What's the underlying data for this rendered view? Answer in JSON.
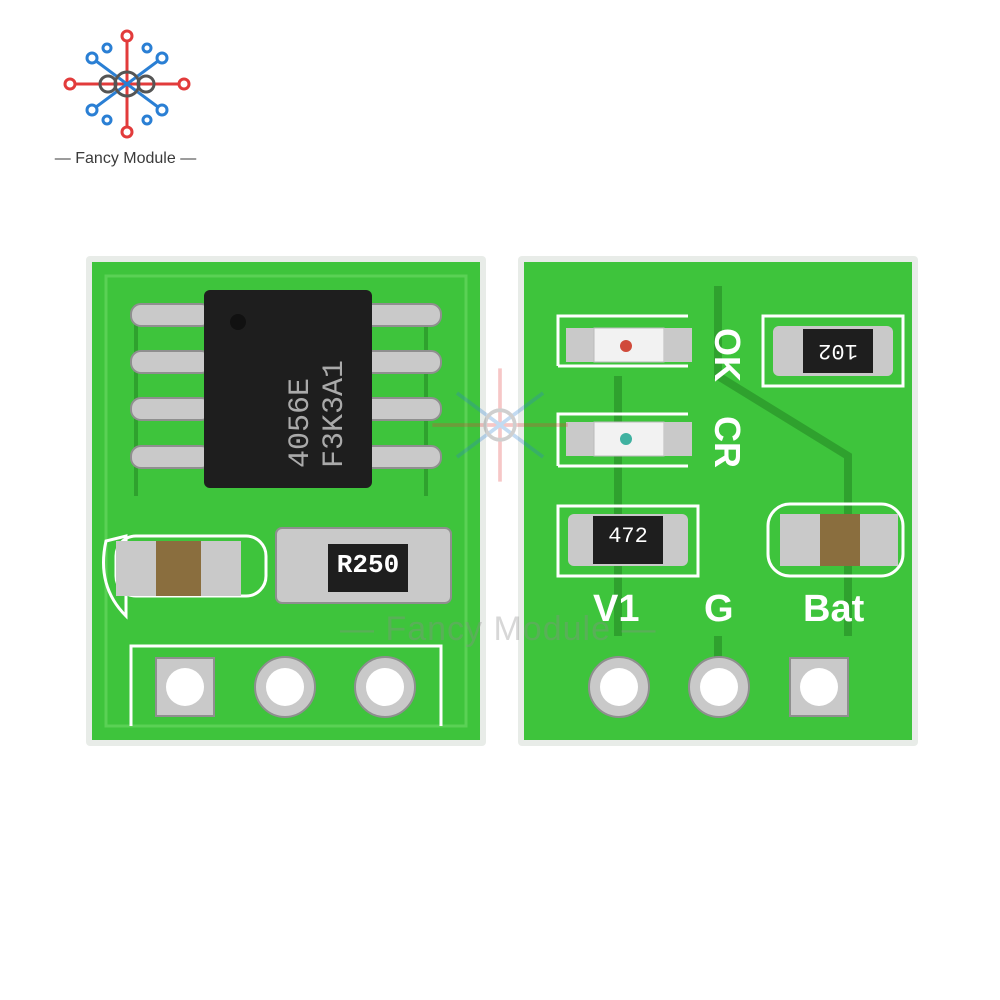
{
  "brand": {
    "name": "Fancy Module"
  },
  "front_board": {
    "ic_marking_line1": "4056E",
    "ic_marking_line2": "F3K3A1",
    "resistor_code": "R250"
  },
  "back_board": {
    "label_ok": "OK",
    "label_cr": "CR",
    "resistor_top_code": "102",
    "resistor_bottom_code": "472",
    "pin_labels": [
      "V1",
      "G",
      "Bat"
    ]
  },
  "watermark": {
    "text": "Fancy Module"
  },
  "colors": {
    "pcb": "#3ec43c",
    "pcb_dark": "#2fa12e",
    "silk": "#ffffff",
    "pad": "#c9c9c9",
    "ic": "#1e1e1e",
    "logo_red": "#e23b3b",
    "logo_blue": "#2a7fd4"
  }
}
